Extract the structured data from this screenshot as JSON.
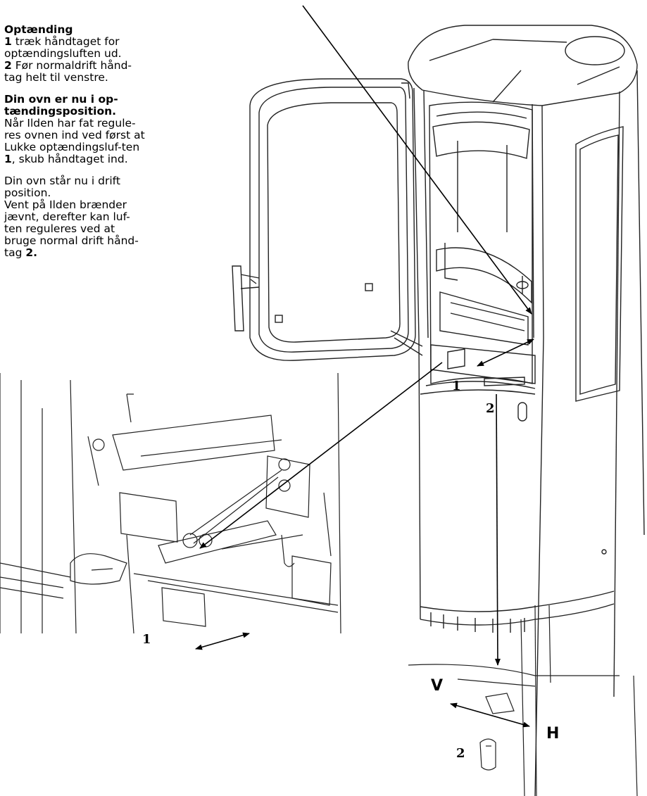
{
  "instructions": {
    "heading1": "Optænding",
    "step1_num": "1",
    "step1_text": " træk håndtaget for optændingsluften ud.",
    "step2_num": "2",
    "step2_text": " Før normaldrift hånd-tag helt til venstre.",
    "heading2": "Din ovn er nu i op-tændingsposition.",
    "para2_a": "Når Ilden har fat regule-res ovnen ind ved først at Lukke optændingsluf-ten ",
    "para2_num": "1",
    "para2_b": ", skub håndtaget ind.",
    "para3": "Din ovn står nu i drift position.",
    "para4_a": "Vent på Ilden brænder jævnt, derefter kan luf-ten reguleres ved at bruge normal drift hånd-tag ",
    "para4_num": "2."
  },
  "labels": {
    "stove_1": "1",
    "stove_2": "2",
    "detail_1": "1",
    "detail_2": "2",
    "v": "V",
    "h": "H"
  }
}
